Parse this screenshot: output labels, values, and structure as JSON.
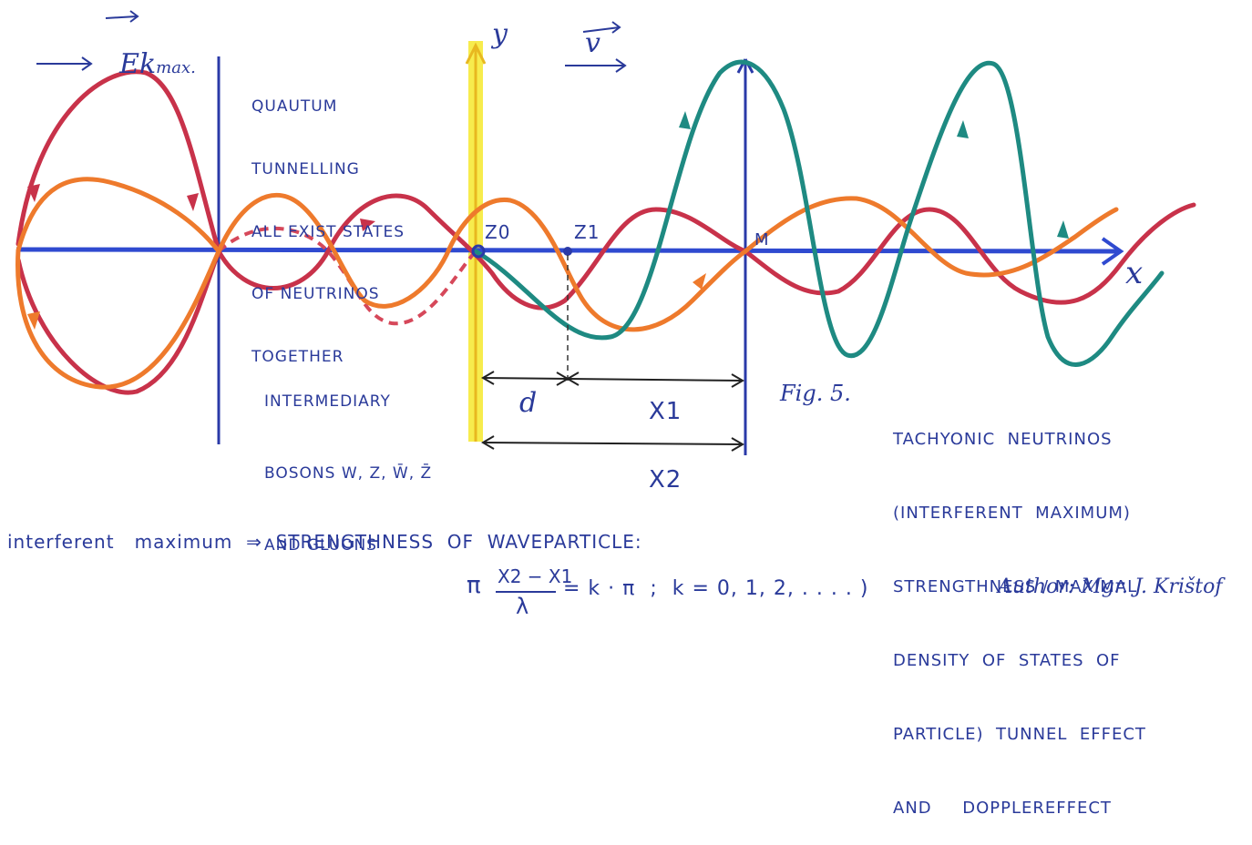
{
  "top_left": {
    "ek": "Ek",
    "ek_sub": "max."
  },
  "axis_labels": {
    "y": "y",
    "x": "x",
    "v": "v"
  },
  "points": {
    "z0": "Z0",
    "z1": "Z1",
    "m": "M"
  },
  "dimensions": {
    "d": "d",
    "x1": "X1",
    "x2": "X2"
  },
  "notes": {
    "quantum": [
      "QUAUTUM",
      "TUNNELLING",
      "ALL EXIST STATES",
      "OF NEUTRINOS",
      "TOGETHER"
    ],
    "bosons": [
      "INTERMEDIARY",
      "BOSONS W, Z, W̄, Z̄",
      "AND GLUONS"
    ],
    "fig": "Fig. 5.",
    "tachyonic": [
      "TACHYONIC  NEUTRINOS",
      "(INTERFERENT  MAXIMUM)",
      "STRENGTHNESS / MAXIMAL",
      "DENSITY  OF  STATES  OF",
      "PARTICLE)  TUNNEL  EFFECT",
      "AND     DOPPLEREFFECT"
    ],
    "interferent": "interferent   maximum  ⇒  STRENGTHNESS  OF  WAVEPARTICLE:",
    "formula_left": "π",
    "formula_num": "X2 − X1",
    "formula_den": "λ",
    "formula_right": "= k · π  ;  k = 0, 1, 2, . . . . )",
    "author": "Author: Mgr. J. Krištof"
  },
  "colors": {
    "axis": "#2f4ad0",
    "vline": "#2a3aa8",
    "yaxis": "#f2e030",
    "red": "#c8324a",
    "orange": "#ee7a2c",
    "teal": "#1e8a82",
    "ink": "#2a3a9a"
  }
}
